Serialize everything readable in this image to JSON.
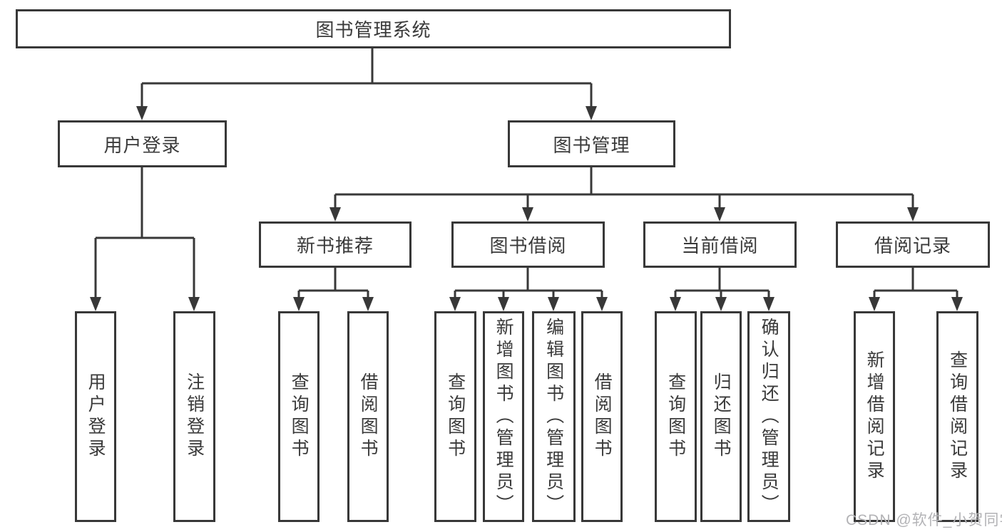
{
  "diagram": {
    "title": "图书管理系统",
    "level2": [
      "用户登录",
      "图书管理"
    ],
    "level3": [
      "新书推荐",
      "图书借阅",
      "当前借阅",
      "借阅记录"
    ],
    "leaves": [
      "用户登录",
      "注销登录",
      "查询图书",
      "借阅图书",
      "查询图书",
      "新增图书（管理员）",
      "编辑图书（管理员）",
      "借阅图书",
      "查询图书",
      "归还图书",
      "确认归还（管理员）",
      "新增借阅记录",
      "查询借阅记录"
    ],
    "colors": {
      "line": "#383838",
      "text": "#3a3a3a",
      "background": "#ffffff"
    }
  },
  "watermark": {
    "text": "CSDN @软件_小贺同学",
    "color": "#b3b3b6"
  }
}
